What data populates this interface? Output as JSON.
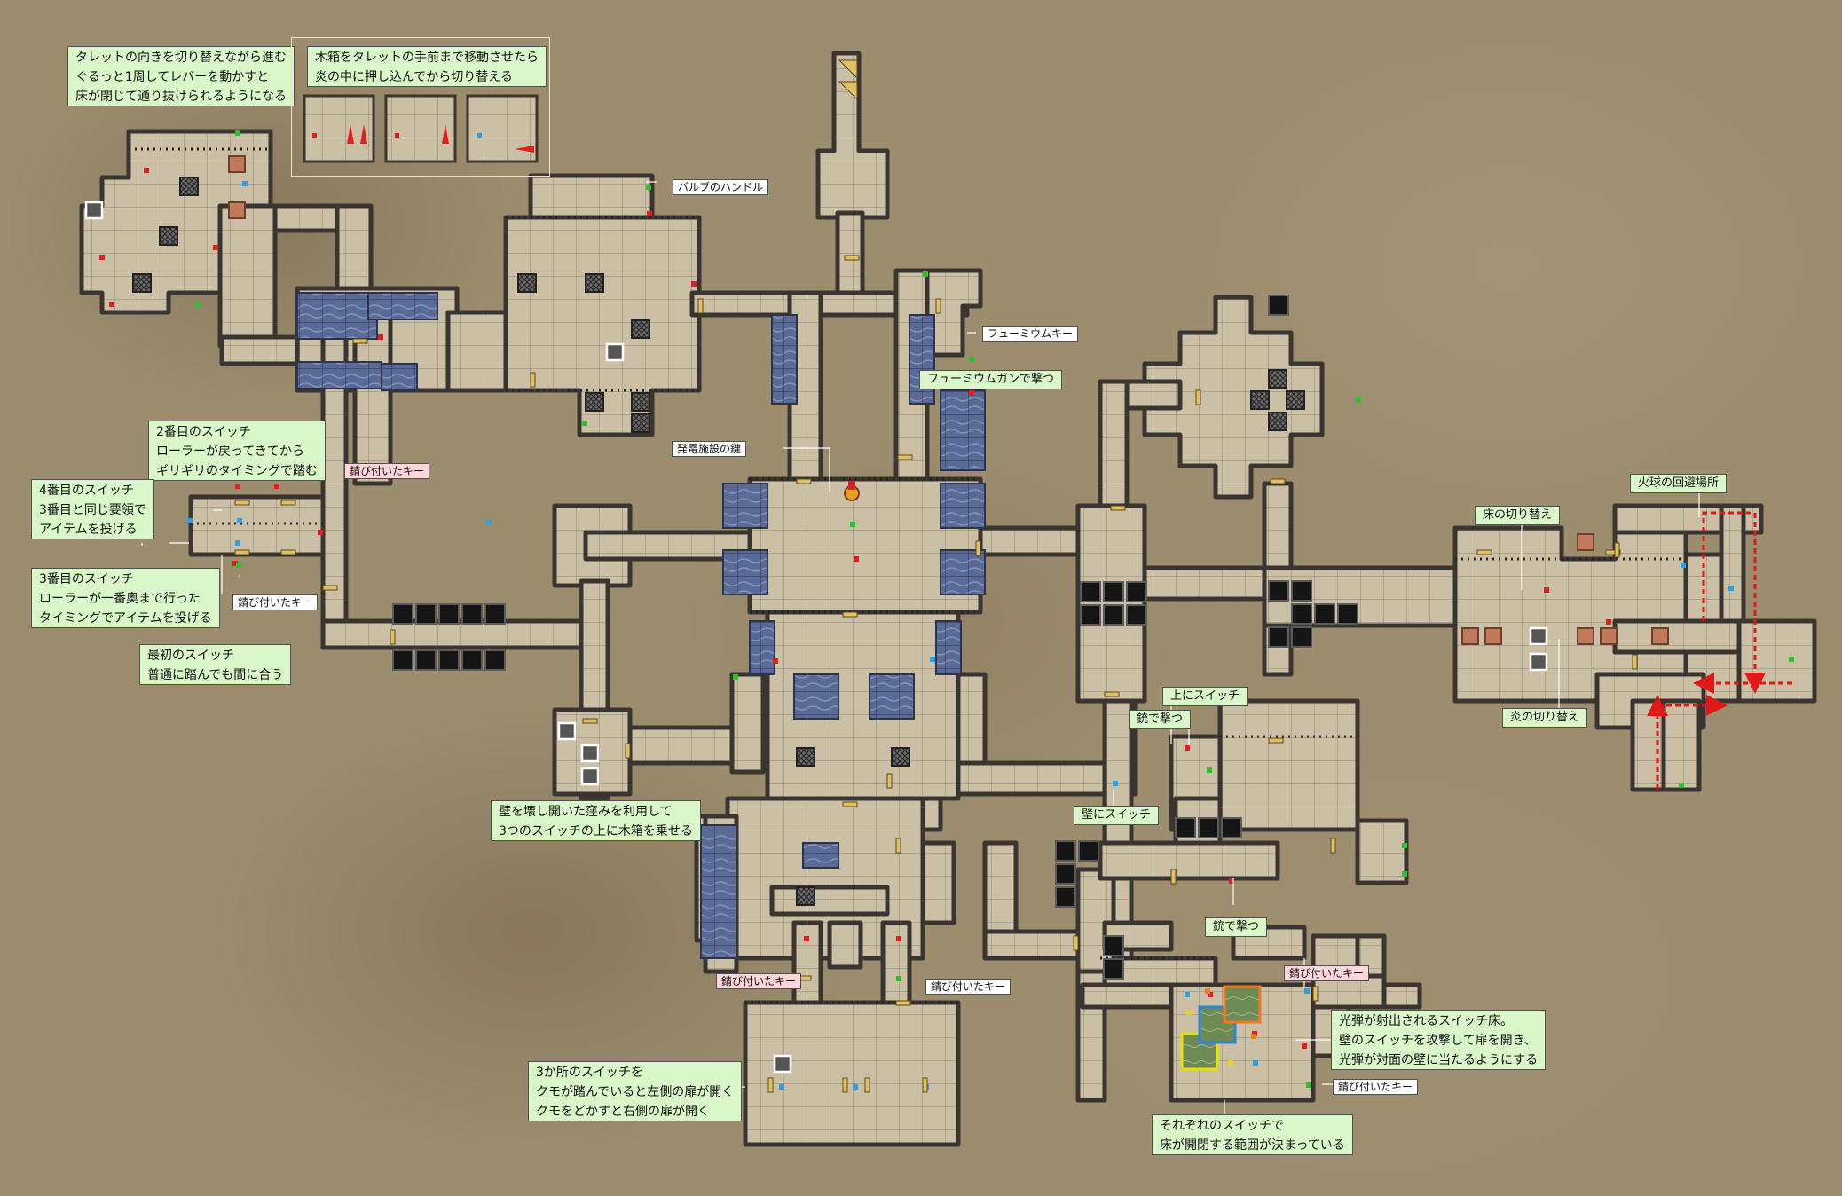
{
  "notes": {
    "turret_route": "タレットの向きを切り替えながら進む\nぐるっと1周してレバーを動かすと\n床が閉じて通り抜けられるようになる",
    "crate_turret": "木箱をタレットの手前まで移動させたら\n炎の中に押し込んでから切り替える",
    "switch2": "2番目のスイッチ\nローラーが戻ってきてから\nギリギリのタイミングで踏む",
    "switch4": "4番目のスイッチ\n3番目と同じ要領で\nアイテムを投げる",
    "switch3": "3番目のスイッチ\nローラーが一番奥まで行った\nタイミングでアイテムを投げる",
    "switch1": "最初のスイッチ\n普通に踏んでも間に合う",
    "wall_crates": "壁を壊し開いた窪みを利用して\n3つのスイッチの上に木箱を乗せる",
    "three_switches": "3か所のスイッチを\nクモが踏んでいると左側の扉が開く\nクモをどかすと右側の扉が開く",
    "light_bullet": "光弾が射出されるスイッチ床。\n壁のスイッチを攻撃して扉を開き、\n光弾が対面の壁に当たるようにする",
    "each_switch": "それぞれのスイッチで\n床が開閉する範囲が決まっている"
  },
  "tags": {
    "valve": "バルブのハンドル",
    "fumium_key": "フューミウムキー",
    "fumium_gun": "フューミウムガンで撃つ",
    "power_key": "発電施設の鍵",
    "rusty1": "錆び付いたキー",
    "rusty2": "錆び付いたキー",
    "rusty3": "錆び付いたキー",
    "rusty4": "錆び付いたキー",
    "rusty5": "錆び付いたキー",
    "rusty6": "錆び付いたキー",
    "fireball": "火球の回避場所",
    "floor_switch": "床の切り替え",
    "fire_switch": "炎の切り替え",
    "switch_above": "上にスイッチ",
    "shoot1": "銃で撃つ",
    "shoot2": "銃で撃つ",
    "wall_switch": "壁にスイッチ"
  },
  "colors": {
    "floor": "#cbbfa6",
    "wall": "#3a3530",
    "water": "#5a6a96",
    "pit": "#151515",
    "note": "#d9f7c9",
    "rusty_tag": "#ffd6dc",
    "route_arrow": "#e01818"
  }
}
